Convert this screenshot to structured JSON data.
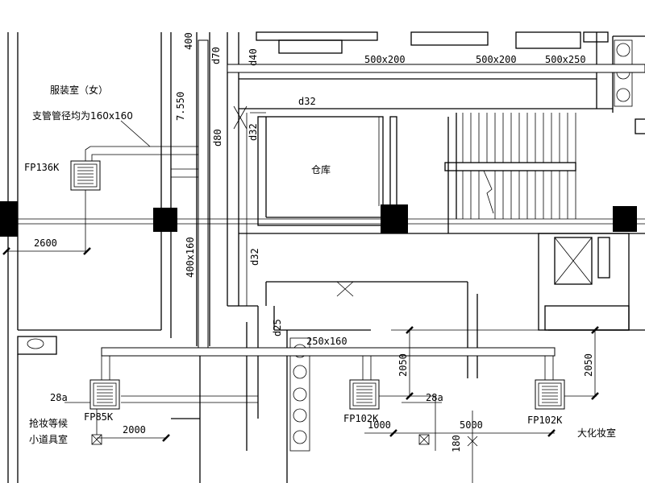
{
  "rooms": {
    "dressing_room_female": "服装室（女）",
    "warehouse": "仓库",
    "makeup_waiting": "抢妆等候",
    "prop_room": "小道具室",
    "large_makeup_room": "大化妆室"
  },
  "notes": {
    "branch_pipe_note": "支管管径均为160x160"
  },
  "ducts": {
    "d1": "500x200",
    "d2": "500x200",
    "d3": "500x250",
    "vertical_main": "400x160",
    "vertical_upper": "400",
    "branch": "250x160"
  },
  "pipes": {
    "p1": "d40",
    "p2": "d70",
    "p3": "d32",
    "p4": "d32",
    "p5": "d80",
    "p6": "d32",
    "p7": "d25",
    "p8": "7.550"
  },
  "units": {
    "fp1": "FP136K",
    "fp2": "FP85K",
    "fp3": "FP102K",
    "fp4": "FP102K"
  },
  "dims": {
    "dim1": "2600",
    "dim2": "2000",
    "dim3": "1000",
    "dim4": "5000",
    "dim5": "2050",
    "dim6": "2050",
    "dim7": "180"
  },
  "valves": {
    "v1": "28a",
    "v2": "28a"
  }
}
